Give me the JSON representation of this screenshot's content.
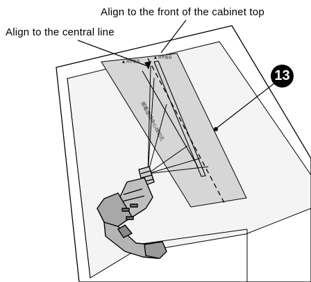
{
  "annotations": {
    "front_edge_label": "Align to the front of the cabinet top",
    "central_line_label": "Align to the central line"
  },
  "step_number": "13",
  "template": {
    "side_text": "顺着虚线中心线钻孔",
    "top_marks": [
      "▲ 对齐前沿",
      "▲ 对齐后沿"
    ]
  },
  "colors": {
    "template_fill": "#d6d6d6",
    "cabinet_inner": "#f2f2f2",
    "line": "#000000"
  }
}
